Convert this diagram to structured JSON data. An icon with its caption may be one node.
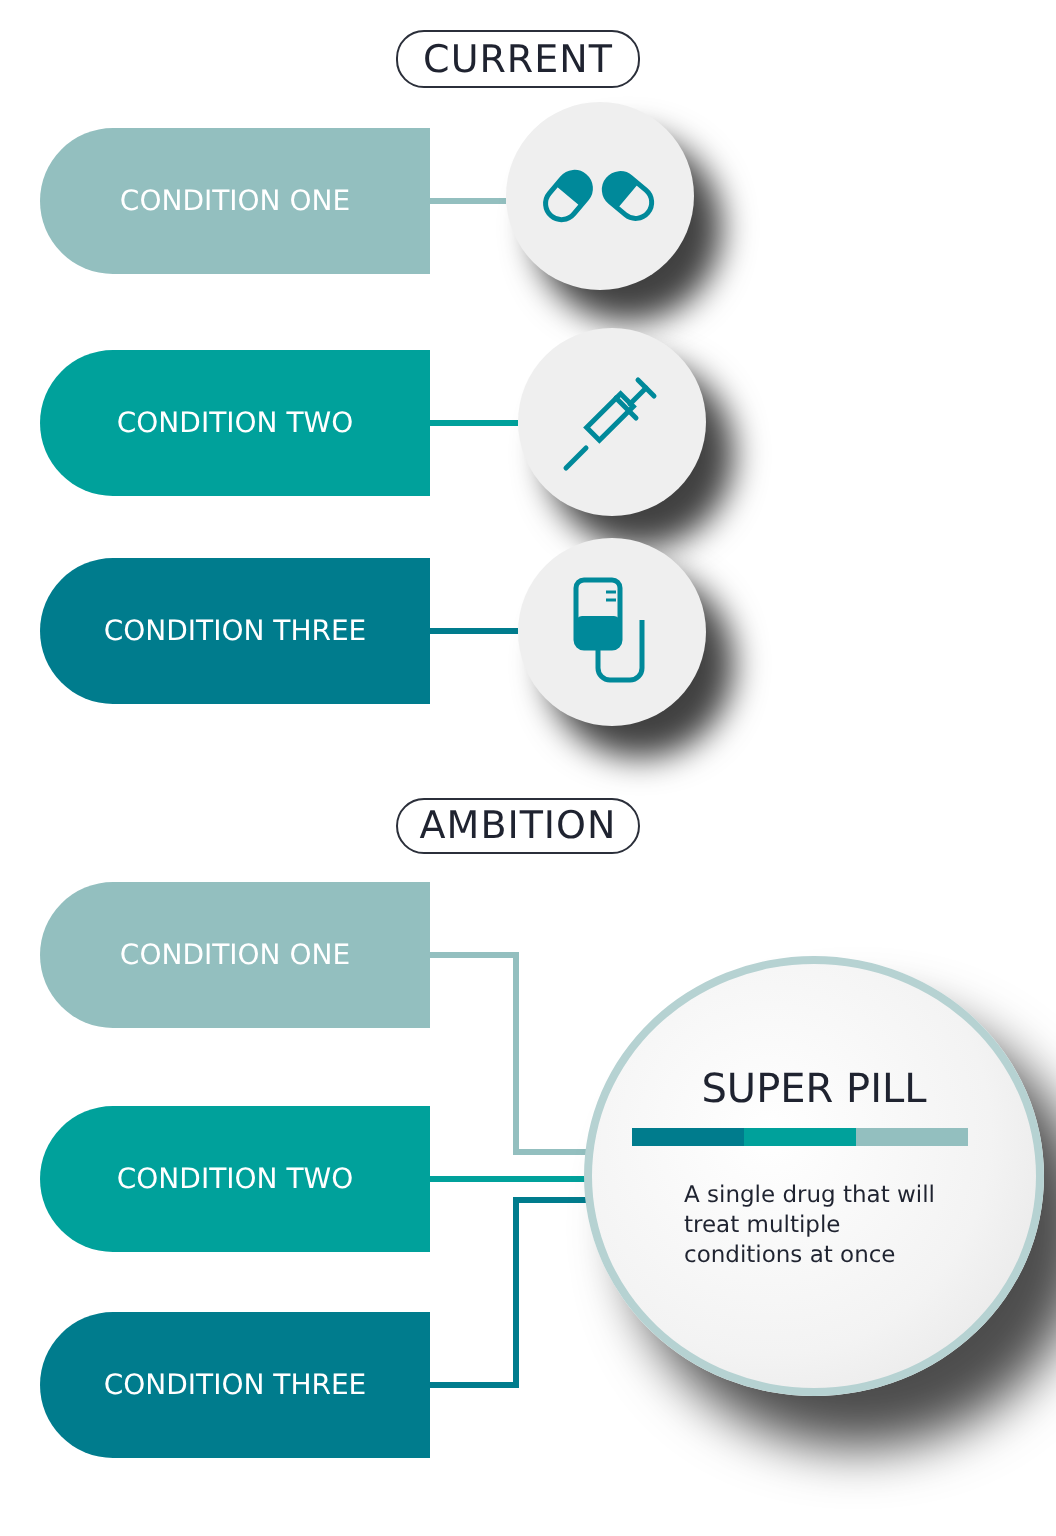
{
  "diagram": {
    "nodes": [
      {
        "text": [
          "CURRENT"
        ]
      },
      {
        "text": [
          "CONDITION ONE"
        ]
      },
      {
        "text": [],
        "shape": "circle"
      },
      {
        "text": [
          "CONDITION TWO"
        ]
      },
      {
        "text": [],
        "shape": "circle"
      },
      {
        "text": [
          "CONDITION THREE"
        ]
      },
      {
        "text": [],
        "shape": "circle"
      },
      {
        "text": [
          "AMBITION"
        ]
      },
      {
        "text": [
          "CONDITION ONE"
        ]
      },
      {
        "text": [
          "CONDITION TWO"
        ]
      },
      {
        "text": [
          "CONDITION THREE"
        ]
      },
      {
        "text": [
          "SUPER PILL",
          "A single drug that will treat multiple conditions at once"
        ]
      }
    ],
    "edges": [
      {
        "from": 1,
        "to": 2,
        "arrow": "none",
        "color": "#93bfbf"
      },
      {
        "from": 3,
        "to": 4,
        "arrow": "none",
        "color": "#00a19b"
      },
      {
        "from": 5,
        "to": 6,
        "arrow": "none",
        "color": "#007c8d"
      },
      {
        "from": 8,
        "to": 11,
        "arrow": "none",
        "color": "#93bfbf"
      },
      {
        "from": 9,
        "to": 11,
        "arrow": "none",
        "color": "#00a19b"
      },
      {
        "from": 10,
        "to": 11,
        "arrow": "none",
        "color": "#007c8d"
      }
    ]
  }
}
